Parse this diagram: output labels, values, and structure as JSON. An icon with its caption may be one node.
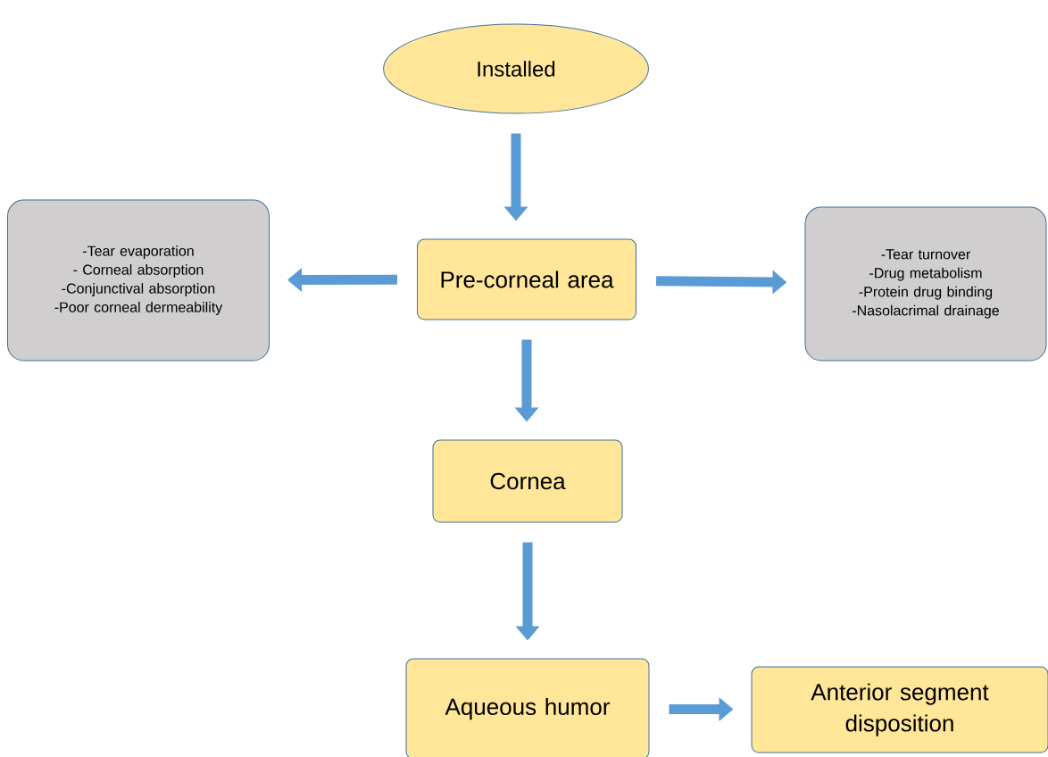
{
  "diagram": {
    "nodes": [
      {
        "text": [
          "Installed"
        ]
      },
      {
        "text": [
          "-Tear evaporation",
          "- Corneal absorption",
          "-Conjunctival absorption",
          "-Poor corneal dermeability"
        ]
      },
      {
        "text": [
          "Pre-corneal area"
        ]
      },
      {
        "text": [
          "-Tear turnover",
          "-Drug metabolism",
          "-Protein drug binding",
          "-Nasolacrimal drainage"
        ]
      },
      {
        "text": [
          "Cornea"
        ]
      },
      {
        "text": [
          "Aqueous humor"
        ]
      },
      {
        "text": [
          "Anterior segment disposition"
        ]
      }
    ],
    "edges": [
      {
        "from": 0,
        "to": 2,
        "arrow": "to"
      },
      {
        "from": 2,
        "to": 1,
        "arrow": "to"
      },
      {
        "from": 2,
        "to": 3,
        "arrow": "to"
      },
      {
        "from": 2,
        "to": 4,
        "arrow": "to"
      },
      {
        "from": 4,
        "to": 5,
        "arrow": "to"
      },
      {
        "from": 5,
        "to": 6,
        "arrow": "to"
      }
    ]
  }
}
